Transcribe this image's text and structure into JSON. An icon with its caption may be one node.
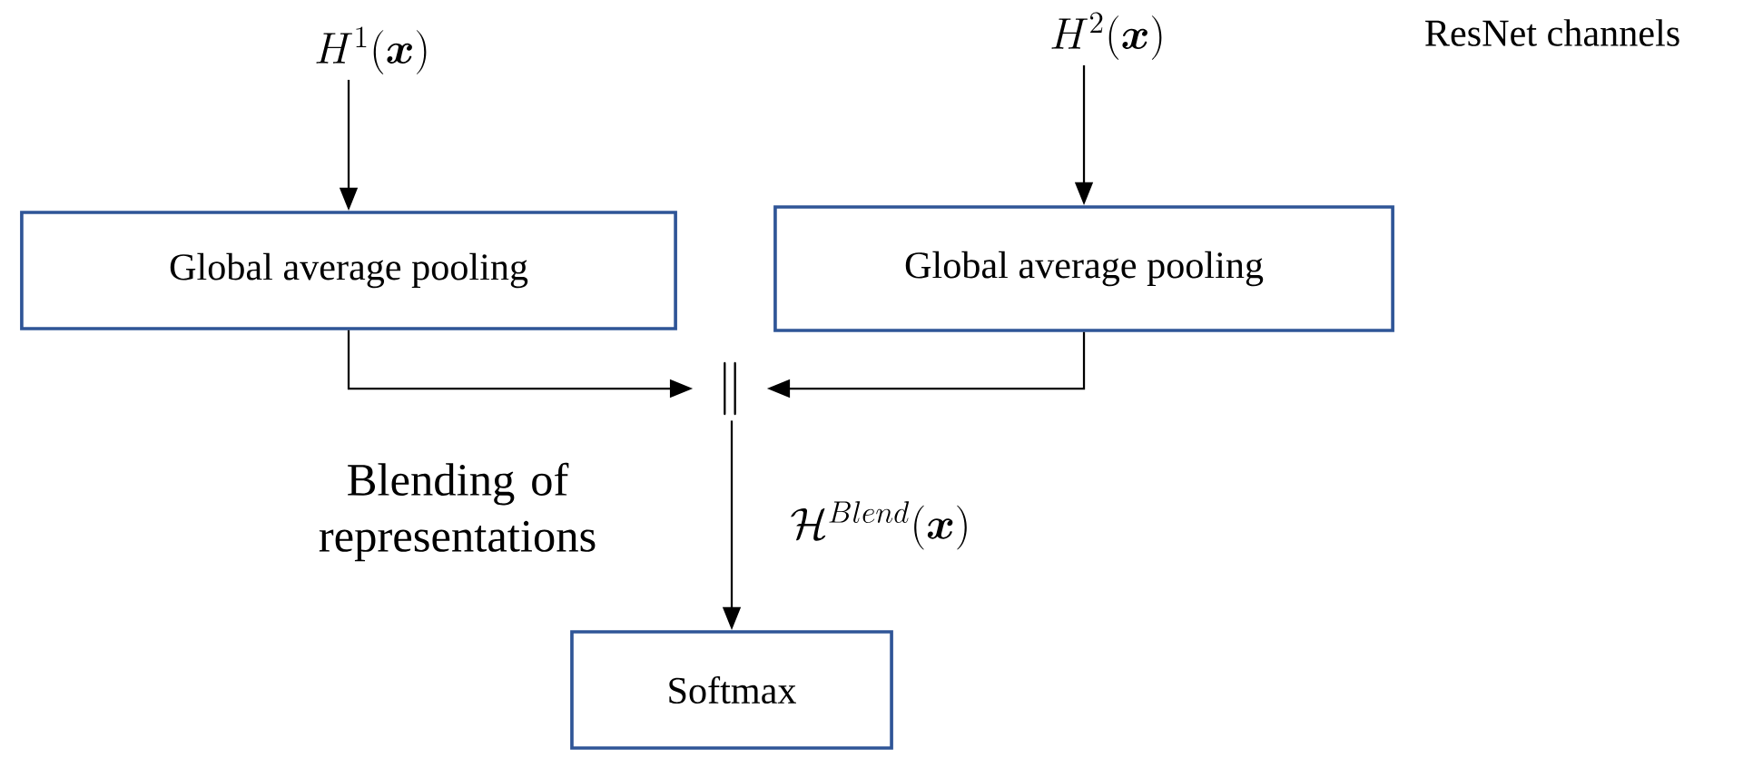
{
  "diagram": {
    "nodes": [
      {
        "text": [
          "H^{1}(\\boldsymbol{x})"
        ]
      },
      {
        "text": [
          "H^{2}(\\boldsymbol{x})"
        ]
      },
      {
        "text": [
          "Global average pooling"
        ]
      },
      {
        "text": [
          "Global average pooling"
        ]
      },
      {
        "text": [
          "\\|"
        ]
      },
      {
        "text": [
          "Softmax"
        ]
      }
    ],
    "edges": [
      {
        "from": 0,
        "to": 2,
        "arrow": "to"
      },
      {
        "from": 1,
        "to": 3,
        "arrow": "to"
      },
      {
        "from": 2,
        "to": 4,
        "arrow": "to"
      },
      {
        "from": 3,
        "to": 4,
        "arrow": "to"
      },
      {
        "from": 4,
        "to": 5,
        "arrow": "to",
        "label": "\\mathcal{H}^{Blend}(\\boldsymbol{x})"
      }
    ],
    "labels": [
      "ResNet channels",
      "Blending of representations"
    ]
  }
}
